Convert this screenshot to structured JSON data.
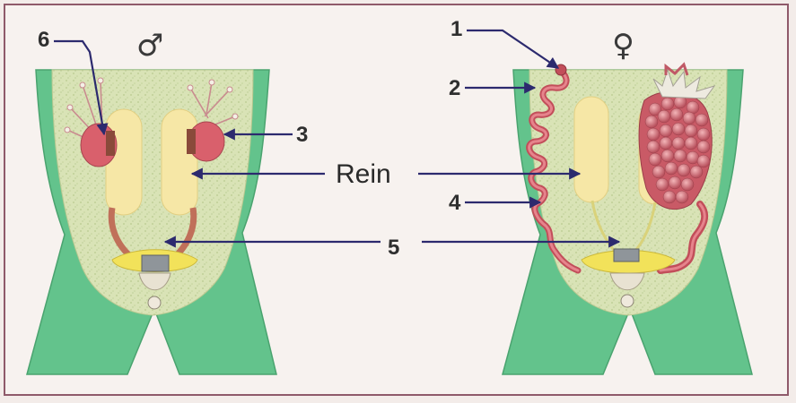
{
  "symbols": {
    "male": "♂",
    "female": "♀"
  },
  "labels": {
    "n1": "1",
    "n2": "2",
    "n3": "3",
    "n4": "4",
    "n5": "5",
    "n6": "6",
    "rein": "Rein"
  },
  "colors": {
    "body_green": "#63c38c",
    "body_fill": "#d8e2b4",
    "kidney": "#f6e7a6",
    "organ_red": "#d4606a",
    "arrow": "#2c2a6e",
    "frame": "#8f5a6a"
  }
}
